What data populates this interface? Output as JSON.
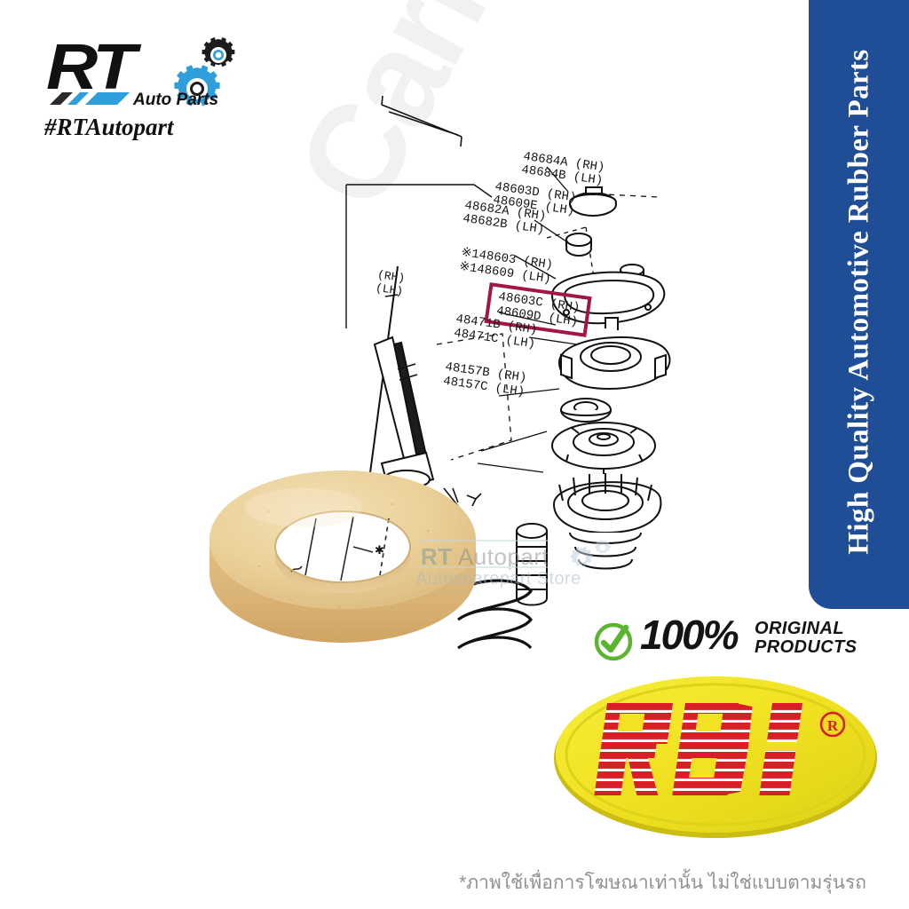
{
  "brand_logo": {
    "name": "rt-auto-parts-logo",
    "main_text": "RT",
    "sub_text": "Auto Parts",
    "hashtag": "#RTAutopart"
  },
  "banner": {
    "text": "High Quality Automotive Rubber Parts",
    "color": "#1f4e96",
    "text_color": "#ffffff"
  },
  "diagram": {
    "title": "strut-mount-exploded-view",
    "highlight_color": "#a31545",
    "labels": [
      {
        "line1": "48684A (RH)",
        "line2": "48684B (LH)"
      },
      {
        "line1": "48603D (RH)",
        "line2": "48609E (LH)"
      },
      {
        "line1": "48682A (RH)",
        "line2": "48682B (LH)"
      },
      {
        "line1": "※148603 (RH)",
        "line2": "※148609 (LH)"
      },
      {
        "line1": "48603C (RH)",
        "line2": "48609D (LH)"
      },
      {
        "line1": "48471B (RH)",
        "line2": "48471C (LH)"
      },
      {
        "line1": "48157B (RH)",
        "line2": "48157C (LH)"
      }
    ],
    "side_label_1": "(RH)",
    "side_label_2": "(LH)",
    "highlighted_label": "48603C (RH)"
  },
  "product": {
    "name": "rubber-strut-mount-ring",
    "body_color": "#e8c88e",
    "top_color": "#f0dcb0",
    "edge_color": "#d8b578"
  },
  "watermark": {
    "line1_a": "RT",
    "line1_b": " Autopart",
    "line2": "Autosparepart Store",
    "background": "CarMore"
  },
  "original_badge": {
    "percent": "100%",
    "word1": "ORIGINAL",
    "word2": "PRODUCTS",
    "check_color": "#5cb531"
  },
  "rbi_logo": {
    "text": "RBI",
    "registered": "®",
    "oval_color": "#f2e223",
    "oval_edge": "#d8c81a",
    "letter_color": "#d81f26"
  },
  "disclaimer": {
    "text": "*ภาพใช้เพื่อการโฆษณาเท่านั้น ไม่ใช่แบบตามรุ่นรถ"
  }
}
